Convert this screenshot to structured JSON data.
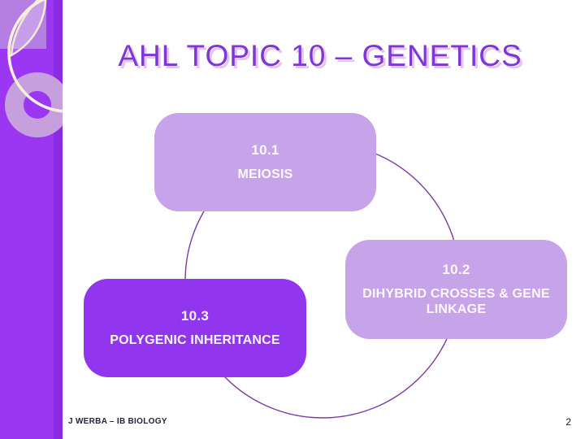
{
  "slide": {
    "title": "AHL TOPIC 10 – GENETICS",
    "diagram": {
      "shape": "cycle-circle",
      "nodes": [
        {
          "number": "10.1",
          "label": "MEIOSIS",
          "variant": "light"
        },
        {
          "number": "10.2",
          "label": "DIHYBRID CROSSES & GENE LINKAGE",
          "variant": "light"
        },
        {
          "number": "10.3",
          "label": "POLYGENIC INHERITANCE",
          "variant": "dark"
        }
      ]
    },
    "footer": {
      "author": "J WERBA – IB BIOLOGY",
      "page_number": "2"
    },
    "colors": {
      "sidebar_purple": "#9b36f3",
      "sidebar_strip": "#8a2be2",
      "sidebar_square": "#b57ee2",
      "sidebar_ring": "#c6a0dc",
      "sidebar_circle_outline": "#f6efd9",
      "node_light": "#c7a3ea",
      "node_dark": "#9136ee",
      "node_text": "#fcf8fd",
      "title_text": "#7e36d6",
      "title_shadow": "#e4c6e6",
      "connector_stroke": "#7b3aa4",
      "footer_text": "#23233a"
    }
  }
}
